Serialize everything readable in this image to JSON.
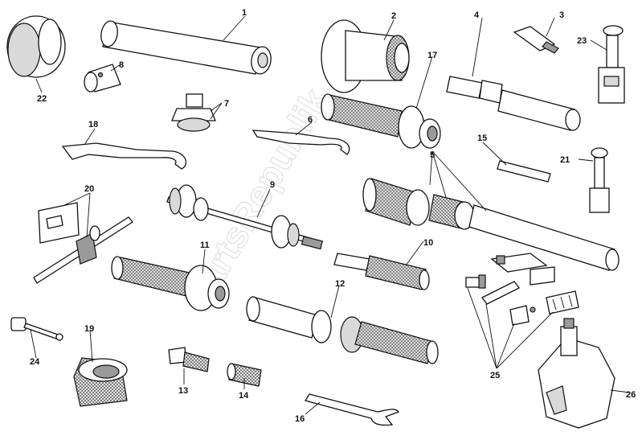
{
  "watermark": "PartsRepublik",
  "callouts": [
    {
      "id": "c1",
      "label": "1"
    },
    {
      "id": "c2",
      "label": "2"
    },
    {
      "id": "c3",
      "label": "3"
    },
    {
      "id": "c4",
      "label": "4"
    },
    {
      "id": "c5",
      "label": "5"
    },
    {
      "id": "c6",
      "label": "6"
    },
    {
      "id": "c7",
      "label": "7"
    },
    {
      "id": "c8",
      "label": "8"
    },
    {
      "id": "c9",
      "label": "9"
    },
    {
      "id": "c10",
      "label": "10"
    },
    {
      "id": "c11",
      "label": "11"
    },
    {
      "id": "c12",
      "label": "12"
    },
    {
      "id": "c13",
      "label": "13"
    },
    {
      "id": "c14",
      "label": "14"
    },
    {
      "id": "c15",
      "label": "15"
    },
    {
      "id": "c16",
      "label": "16"
    },
    {
      "id": "c17",
      "label": "17"
    },
    {
      "id": "c18",
      "label": "18"
    },
    {
      "id": "c19",
      "label": "19"
    },
    {
      "id": "c20",
      "label": "20"
    },
    {
      "id": "c21",
      "label": "21"
    },
    {
      "id": "c22",
      "label": "22"
    },
    {
      "id": "c23",
      "label": "23"
    },
    {
      "id": "c24",
      "label": "24"
    },
    {
      "id": "c25",
      "label": "25"
    },
    {
      "id": "c26",
      "label": "26"
    }
  ]
}
